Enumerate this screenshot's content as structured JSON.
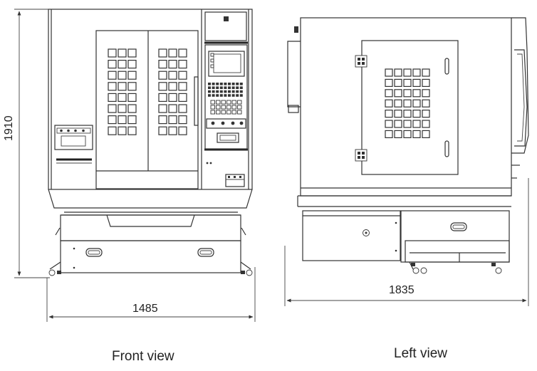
{
  "dimensions": {
    "height": "1910",
    "front_width": "1485",
    "left_width": "1835"
  },
  "captions": {
    "front": "Front view",
    "left": "Left view"
  }
}
